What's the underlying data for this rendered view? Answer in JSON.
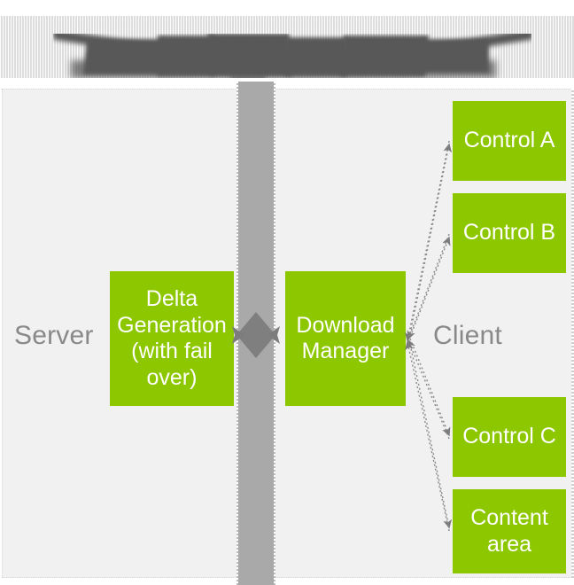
{
  "diagram": {
    "title_band": {
      "state": "obscured",
      "note": ""
    },
    "zones": [
      {
        "id": "server",
        "label": "Server"
      },
      {
        "id": "client",
        "label": "Client"
      }
    ],
    "divider": {
      "name": "server-client-boundary",
      "connector_icon": "double-arrow-diamond-icon"
    },
    "nodes": [
      {
        "id": "delta-generation",
        "label": "Delta\nGeneration\n(with fail\nover)",
        "zone": "server",
        "color": "#8cc700"
      },
      {
        "id": "download-manager",
        "label": "Download\nManager",
        "zone": "client",
        "color": "#8cc700"
      },
      {
        "id": "control-a",
        "label": "Control A",
        "zone": "client",
        "color": "#8cc700"
      },
      {
        "id": "control-b",
        "label": "Control B",
        "zone": "client",
        "color": "#8cc700"
      },
      {
        "id": "control-c",
        "label": "Control C",
        "zone": "client",
        "color": "#8cc700"
      },
      {
        "id": "content-area",
        "label": "Content\narea",
        "zone": "client",
        "color": "#8cc700"
      }
    ],
    "edges": [
      {
        "from": "delta-generation",
        "to": "download-manager",
        "style": "solid-diamond",
        "direction": "bidirectional"
      },
      {
        "from": "download-manager",
        "to": "control-a",
        "style": "dotted",
        "direction": "bidirectional"
      },
      {
        "from": "download-manager",
        "to": "control-b",
        "style": "dotted",
        "direction": "bidirectional"
      },
      {
        "from": "download-manager",
        "to": "control-c",
        "style": "dotted",
        "direction": "bidirectional"
      },
      {
        "from": "download-manager",
        "to": "content-area",
        "style": "dotted",
        "direction": "bidirectional"
      }
    ],
    "colors": {
      "node_green": "#8cc700",
      "canvas": "#f1f1f1",
      "divider_gray": "#a9a9a9",
      "connector_gray": "#7c7c7c",
      "label_gray": "#898989",
      "arrow_gray": "#7c7c7c",
      "header_gray": "#585858"
    }
  }
}
